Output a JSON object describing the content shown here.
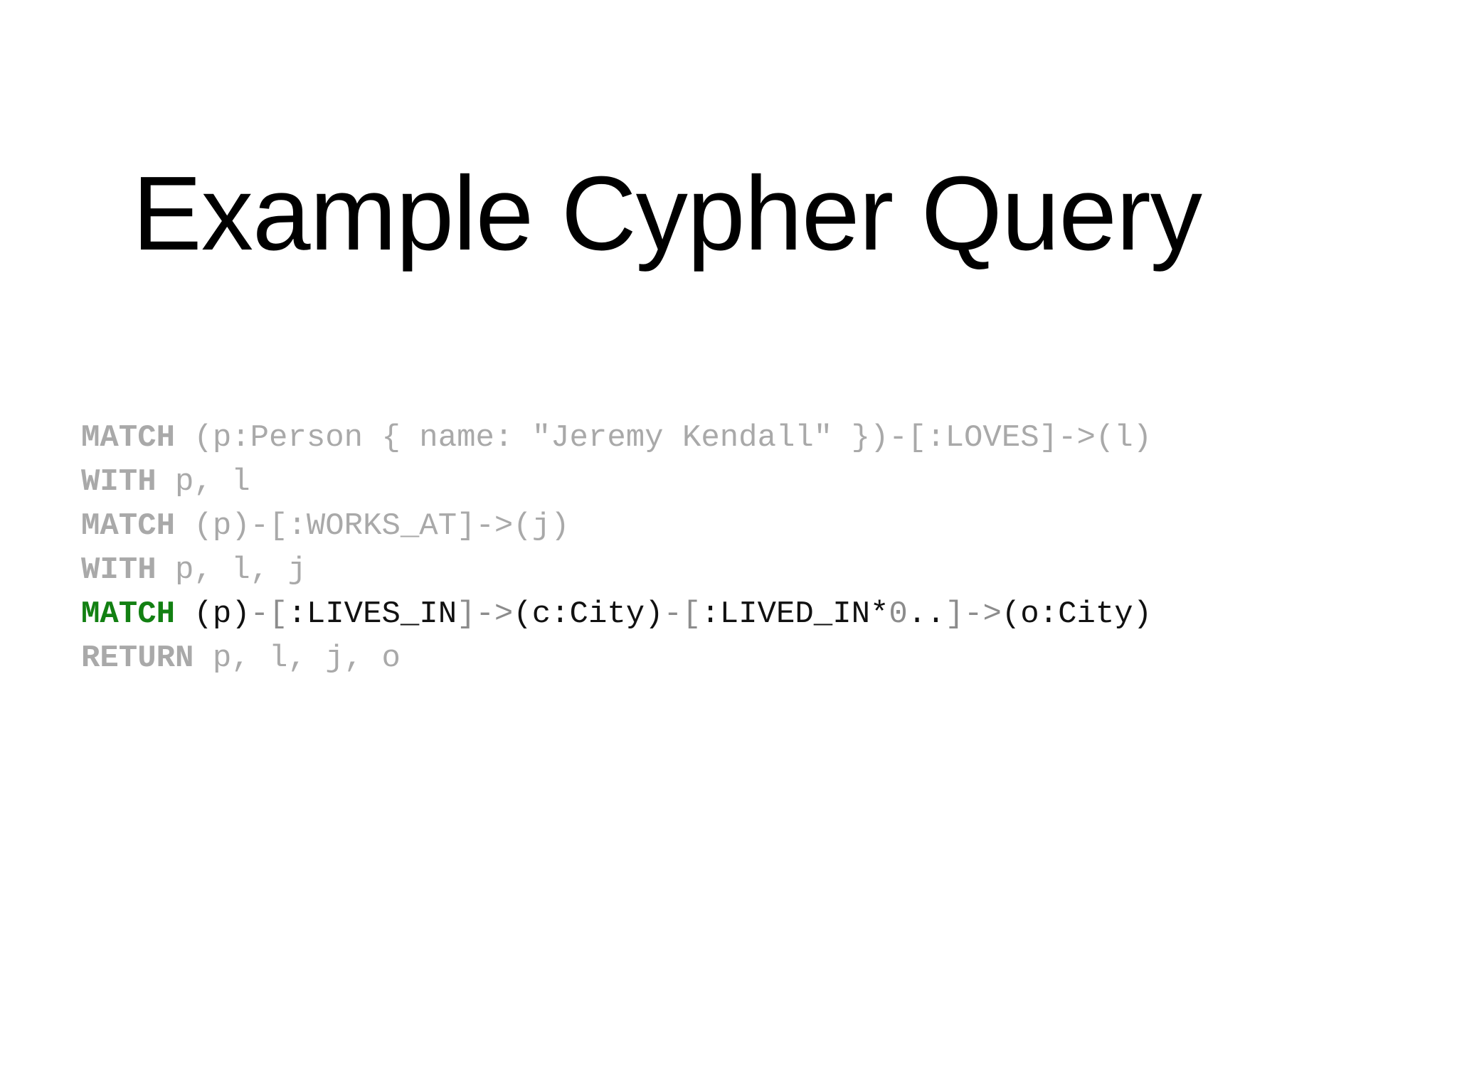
{
  "slide": {
    "title": "Example Cypher Query",
    "background_color": "#ffffff"
  },
  "colors": {
    "dim_gray": "#a9a9a9",
    "punct_gray": "#8c8c8c",
    "active_green": "#128012",
    "active_black": "#111111",
    "title_black": "#000000"
  },
  "code": {
    "language": "cypher",
    "plain_text": "MATCH (p:Person { name: \"Jeremy Kendall\" })-[:LOVES]->(l)\nWITH p, l\nMATCH (p)-[:WORKS_AT]->(j)\nWITH p, l, j\nMATCH (p)-[:LIVES_IN]->(c:City)-[:LIVED_IN*0..]->(o:City)\nRETURN p, l, j, o",
    "lines": [
      {
        "index": 1,
        "highlighted": false,
        "text": "MATCH (p:Person { name: \"Jeremy Kendall\" })-[:LOVES]->(l)",
        "tokens": [
          {
            "t": "MATCH",
            "c": "dim-kw"
          },
          {
            "t": " (p:Person { name: \"Jeremy Kendall\" })-[:LOVES]->(l)",
            "c": "dim"
          }
        ]
      },
      {
        "index": 2,
        "highlighted": false,
        "text": "WITH p, l",
        "tokens": [
          {
            "t": "WITH",
            "c": "dim-kw"
          },
          {
            "t": " p, l",
            "c": "dim"
          }
        ]
      },
      {
        "index": 3,
        "highlighted": false,
        "text": "MATCH (p)-[:WORKS_AT]->(j)",
        "tokens": [
          {
            "t": "MATCH",
            "c": "dim-kw"
          },
          {
            "t": " (p)-[:WORKS_AT]->(j)",
            "c": "dim"
          }
        ]
      },
      {
        "index": 4,
        "highlighted": false,
        "text": "WITH p, l, j",
        "tokens": [
          {
            "t": "WITH",
            "c": "dim-kw"
          },
          {
            "t": " p, l, j",
            "c": "dim"
          }
        ]
      },
      {
        "index": 5,
        "highlighted": true,
        "text": "MATCH (p)-[:LIVES_IN]->(c:City)-[:LIVED_IN*0..]->(o:City)",
        "tokens": [
          {
            "t": "MATCH",
            "c": "kw-active"
          },
          {
            "t": " (p)",
            "c": "text"
          },
          {
            "t": "-[",
            "c": "punct"
          },
          {
            "t": ":LIVES_IN",
            "c": "text"
          },
          {
            "t": "]->",
            "c": "punct"
          },
          {
            "t": "(c:City)",
            "c": "text"
          },
          {
            "t": "-[",
            "c": "punct"
          },
          {
            "t": ":LIVED_IN*",
            "c": "text"
          },
          {
            "t": "0",
            "c": "num"
          },
          {
            "t": "..",
            "c": "text"
          },
          {
            "t": "]->",
            "c": "punct"
          },
          {
            "t": "(o:City)",
            "c": "text"
          }
        ]
      },
      {
        "index": 6,
        "highlighted": false,
        "text": "RETURN p, l, j, o",
        "tokens": [
          {
            "t": "RETURN",
            "c": "dim-kw"
          },
          {
            "t": " p, l, j, o",
            "c": "dim"
          }
        ]
      }
    ]
  }
}
